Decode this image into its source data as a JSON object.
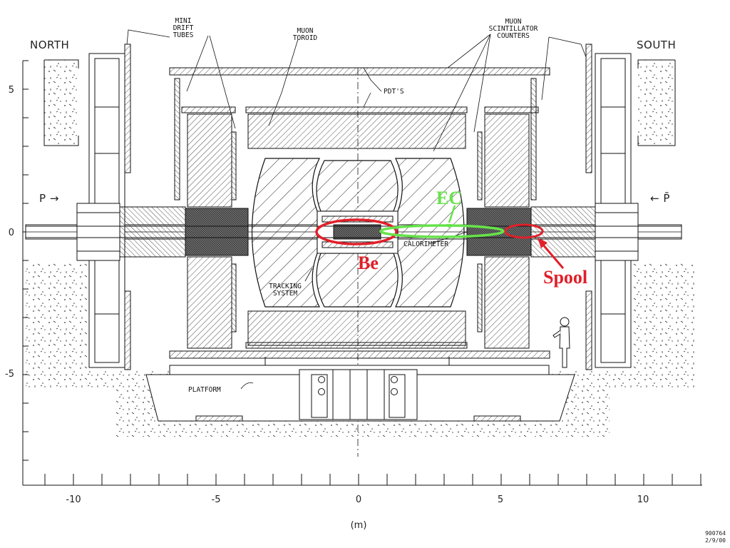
{
  "labels": {
    "north": "NORTH",
    "south": "SOUTH",
    "mini_drift_tubes": [
      "MINI",
      "DRIFT",
      "TUBES"
    ],
    "muon_toroid": [
      "MUON",
      "TOROID"
    ],
    "muon_scint": [
      "MUON",
      "SCINTILLATOR",
      "COUNTERS"
    ],
    "pdts": "PDT'S",
    "calorimeter": "CALORIMETER",
    "tracking": [
      "TRACKING",
      "SYSTEM"
    ],
    "platform": "PLATFORM",
    "p_left": "P →",
    "p_right": "← P̄"
  },
  "annotations": {
    "be": "Be",
    "ec": "EC",
    "spool": "Spool",
    "be_color": "#e0202a",
    "ec_color": "#66e34a",
    "spool_color": "#e0202a"
  },
  "axes": {
    "x_unit": "(m)",
    "x_ticks": [
      "-10",
      "-5",
      "0",
      "5",
      "10"
    ],
    "y_ticks": [
      "5",
      "0",
      "-5"
    ]
  },
  "stamp": [
    "900764",
    "2/9/00"
  ]
}
